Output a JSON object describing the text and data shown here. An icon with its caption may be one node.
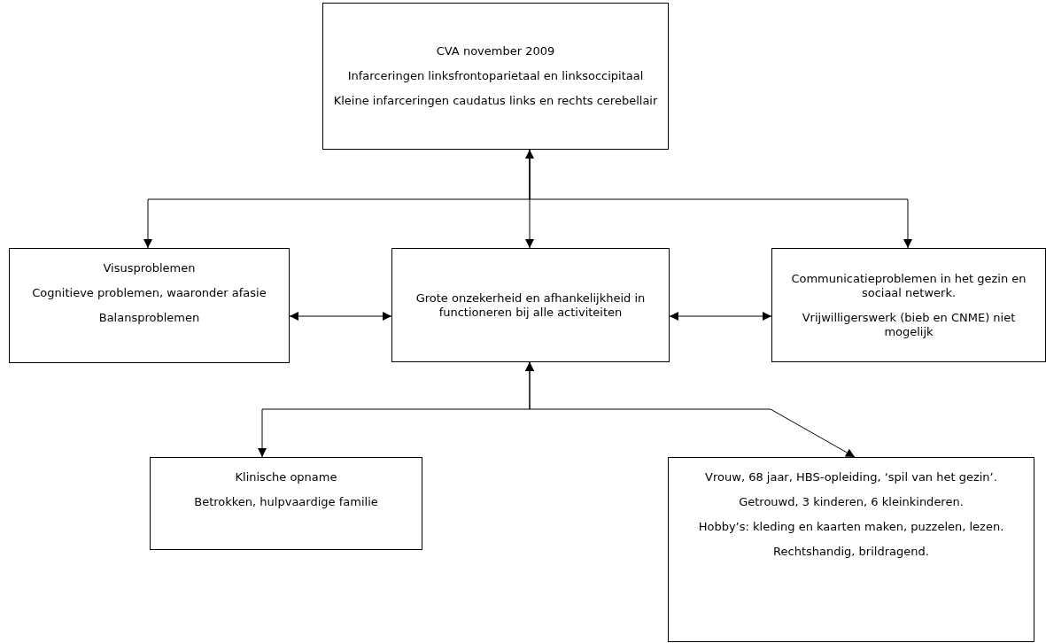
{
  "diagram": {
    "nodes": [
      {
        "text": [
          "CVA november 2009",
          "Infarceringen linksfrontoparietaal en linksoccipitaal",
          "Kleine infarceringen caudatus links en rechts cerebellair"
        ]
      },
      {
        "text": [
          "Visusproblemen",
          "Cognitieve problemen, waaronder afasie",
          "Balansproblemen"
        ]
      },
      {
        "text": [
          "Grote onzekerheid en afhankelijkheid in functioneren bij alle activiteiten"
        ]
      },
      {
        "text": [
          "Communicatieproblemen in het gezin en sociaal netwerk.",
          "Vrijwilligerswerk (bieb en CNME) niet mogelijk"
        ]
      },
      {
        "text": [
          "Klinische opname",
          "Betrokken, hulpvaardige familie"
        ]
      },
      {
        "text": [
          "Vrouw, 68 jaar, HBS-opleiding, ‘spil van het gezin’.",
          "Getrouwd, 3 kinderen, 6 kleinkinderen.",
          "Hobby’s: kleding en kaarten maken, puzzelen, lezen.",
          "Rechtshandig, brildragend."
        ]
      }
    ],
    "edges": [
      {
        "from": 0,
        "to": 2,
        "arrow": "both"
      },
      {
        "from": 0,
        "to": 1,
        "arrow": "to"
      },
      {
        "from": 0,
        "to": 3,
        "arrow": "to"
      },
      {
        "from": 1,
        "to": 2,
        "arrow": "both"
      },
      {
        "from": 2,
        "to": 3,
        "arrow": "both"
      },
      {
        "from": 2,
        "to": 4,
        "arrow": "both"
      },
      {
        "from": 2,
        "to": 5,
        "arrow": "both"
      }
    ]
  }
}
